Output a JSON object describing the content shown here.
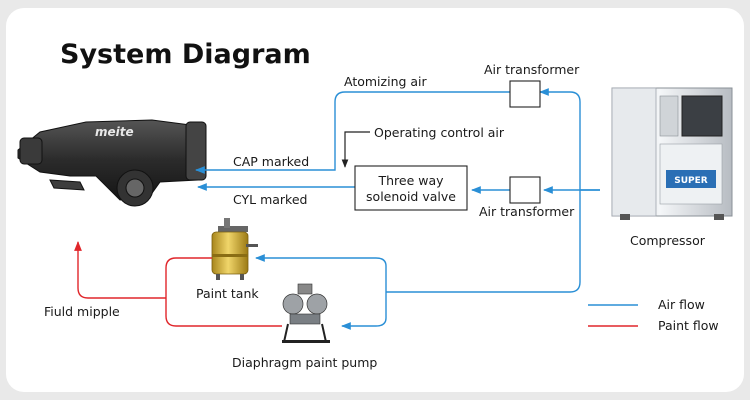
{
  "title": "System Diagram",
  "labels": {
    "atomizing_air": "Atomizing air",
    "air_transformer_top": "Air transformer",
    "operating_control_air": "Operating control air",
    "cap_marked": "CAP marked",
    "cyl_marked": "CYL marked",
    "valve_line1": "Three way",
    "valve_line2": "solenoid valve",
    "air_transformer_bottom": "Air transformer",
    "compressor": "Compressor",
    "paint_tank": "Paint tank",
    "fluid_nipple": "Fiuld mipple",
    "diaphragm_pump": "Diaphragm paint pump"
  },
  "gun_brand": "meite",
  "compressor_brand": "SUPER",
  "legend": [
    {
      "label": "Air flow",
      "color": "#2a8fd6"
    },
    {
      "label": "Paint flow",
      "color": "#e0262b"
    }
  ],
  "colors": {
    "air": "#2a8fd6",
    "paint": "#e0262b"
  }
}
